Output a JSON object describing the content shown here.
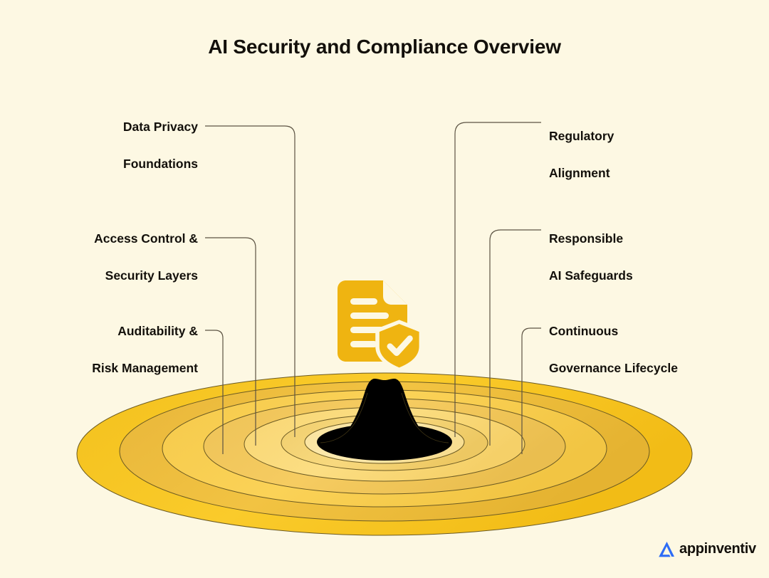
{
  "page": {
    "title": "AI Security and Compliance Overview",
    "background_color": "#FDF8E3",
    "text_color": "#13100B"
  },
  "center_icon": {
    "name": "document-shield-check-icon",
    "description": "Document with lines and a shield bearing a checkmark",
    "color": "#EFB411"
  },
  "labels": {
    "left": [
      {
        "id": "data-privacy-foundations",
        "line1": "Data Privacy",
        "line2": "Foundations"
      },
      {
        "id": "access-control-security-layers",
        "line1": "Access Control &",
        "line2": "Security Layers"
      },
      {
        "id": "auditability-risk-management",
        "line1": "Auditability &",
        "line2": "Risk Management"
      }
    ],
    "right": [
      {
        "id": "regulatory-alignment",
        "line1": "Regulatory",
        "line2": "Alignment"
      },
      {
        "id": "responsible-ai-safeguards",
        "line1": "Responsible",
        "line2": "AI Safeguards"
      },
      {
        "id": "continuous-governance-lifecycle",
        "line1": "Continuous",
        "line2": "Governance Lifecycle"
      }
    ]
  },
  "vortex": {
    "description": "Concentric elliptical rings forming a funnel with a black peak at the center",
    "ring_colors": [
      "#F8C417",
      "#EFBA2E",
      "#F6CB4B",
      "#EFC254",
      "#F8D771",
      "#F2CE6C",
      "#FBE49C",
      "#000000"
    ],
    "outline_color": "#6B5A23",
    "core_color": "#000000"
  },
  "connectors": {
    "stroke_color": "#5C5343",
    "stroke_width": 1.2
  },
  "logo": {
    "name": "appinventiv-logo",
    "text": "appinventiv",
    "mark_color": "#2D6CF6"
  }
}
